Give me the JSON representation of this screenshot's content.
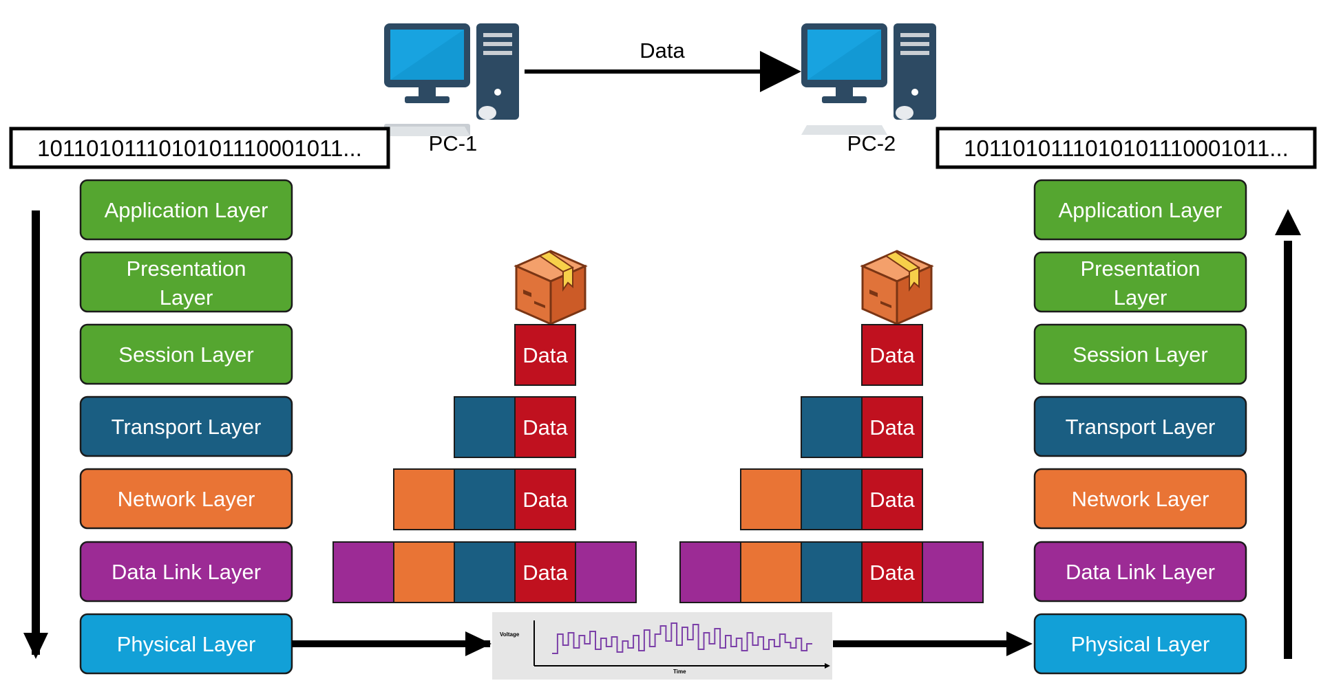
{
  "top_arrow_label": "Data",
  "pc1": {
    "label": "PC-1"
  },
  "pc2": {
    "label": "PC-2"
  },
  "bitstream_left": "1011010111010101110001011...",
  "bitstream_right": "1011010111010101110001011...",
  "layers": [
    {
      "key": "application",
      "lines": [
        "Application Layer"
      ],
      "color": "#55a630"
    },
    {
      "key": "presentation",
      "lines": [
        "Presentation",
        "Layer"
      ],
      "color": "#55a630"
    },
    {
      "key": "session",
      "lines": [
        "Session Layer"
      ],
      "color": "#55a630"
    },
    {
      "key": "transport",
      "lines": [
        "Transport Layer"
      ],
      "color": "#1a5e82"
    },
    {
      "key": "network",
      "lines": [
        "Network Layer"
      ],
      "color": "#e97435"
    },
    {
      "key": "data-link",
      "lines": [
        "Data Link Layer"
      ],
      "color": "#9c2b95"
    },
    {
      "key": "physical",
      "lines": [
        "Physical Layer"
      ],
      "color": "#12a0d7"
    }
  ],
  "data_label": "Data",
  "colors": {
    "data": "#c0111f",
    "transport_header": "#1a5e82",
    "network_header": "#e97435",
    "datalink_frame": "#9c2b95",
    "signal_line": "#7b3fa8",
    "monitor": "#2d4a63",
    "screen": "#18a3e0"
  },
  "signal_chart": {
    "ylabel": "Voltage",
    "xlabel": "Time"
  }
}
